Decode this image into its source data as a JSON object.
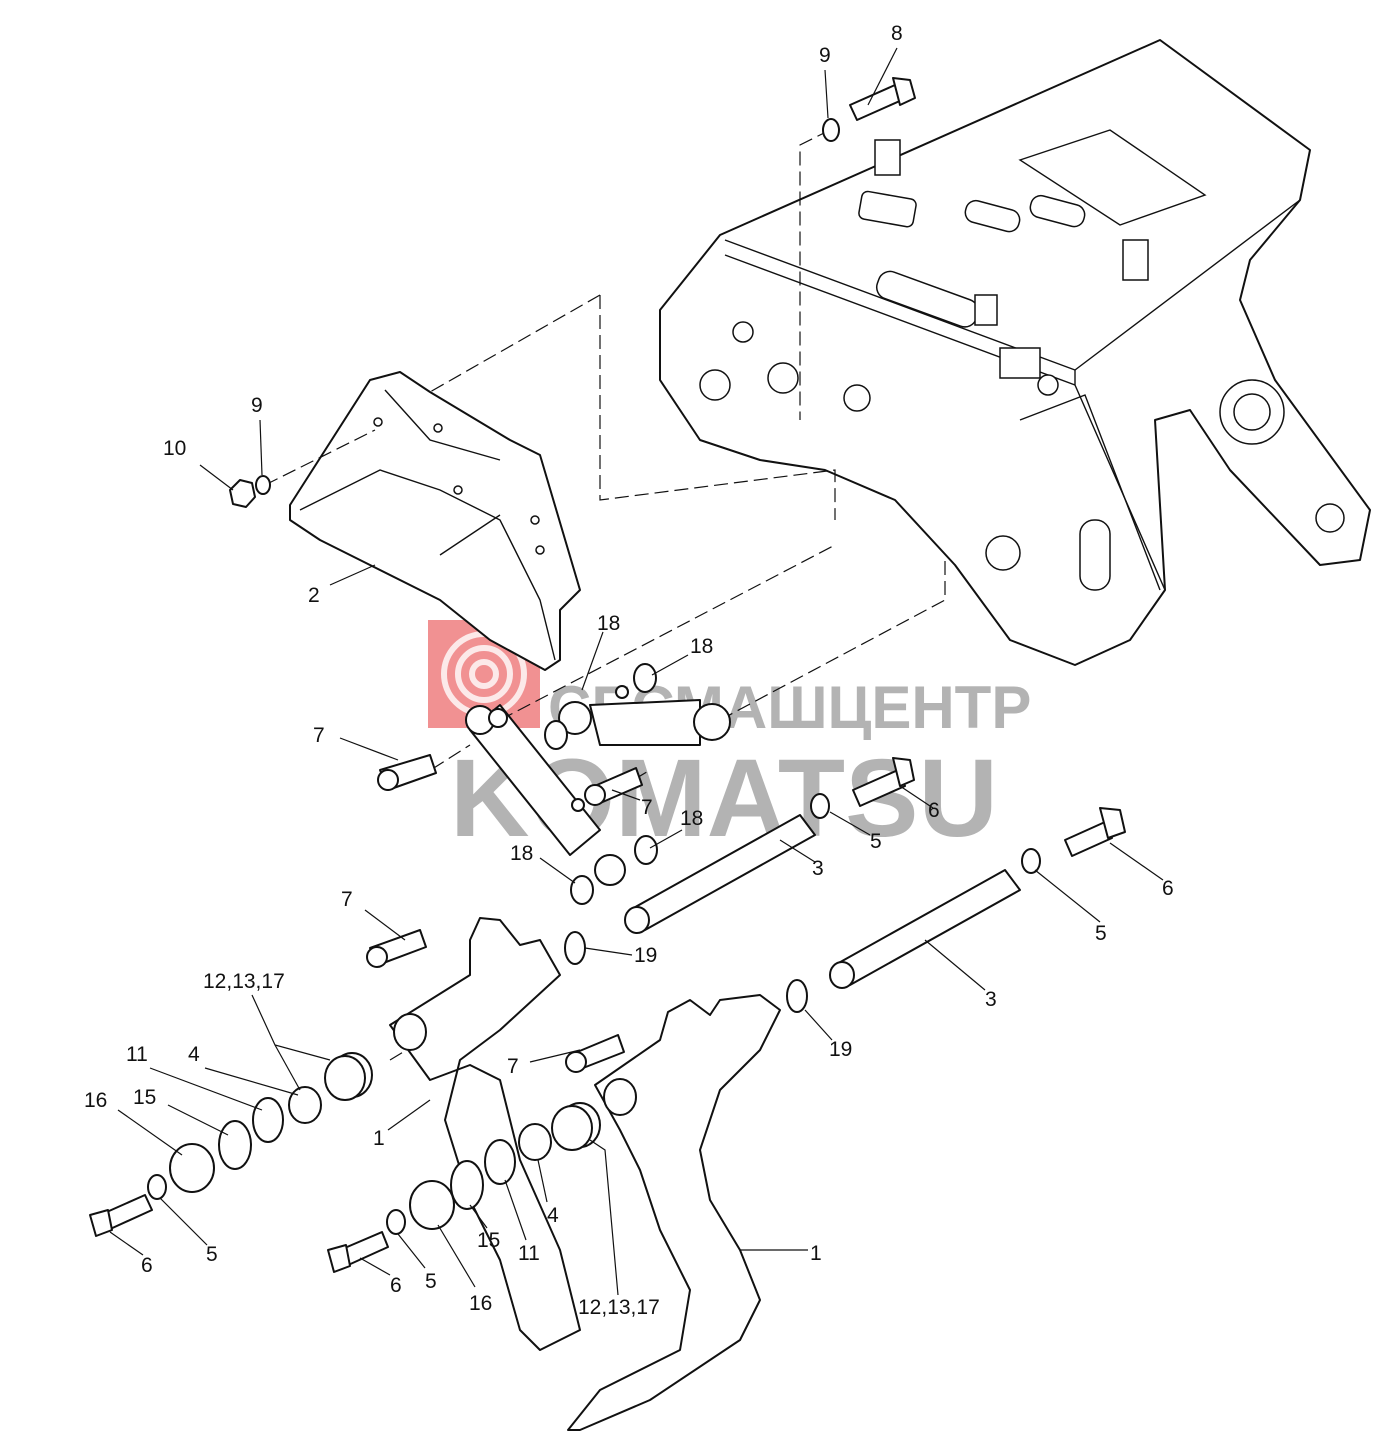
{
  "watermark": {
    "line1": "СЕСМАШЦЕНТР",
    "line2": "KOMATSU",
    "logo_color": "#e8474a",
    "text_color": "#9a9a9a"
  },
  "labels": {
    "p1a": "1",
    "p1b": "1",
    "p2": "2",
    "p3a": "3",
    "p3b": "3",
    "p4a": "4",
    "p4b": "4",
    "p5a": "5",
    "p5b": "5",
    "p5c": "5",
    "p5d": "5",
    "p6a": "6",
    "p6b": "6",
    "p6c": "6",
    "p6d": "6",
    "p7a": "7",
    "p7b": "7",
    "p7c": "7",
    "p7d": "7",
    "p8": "8",
    "p9a": "9",
    "p9b": "9",
    "p10": "10",
    "p11a": "11",
    "p11b": "11",
    "p121317a": "12,13,17",
    "p121317b": "12,13,17",
    "p15a": "15",
    "p15b": "15",
    "p16a": "16",
    "p16b": "16",
    "p18a": "18",
    "p18b": "18",
    "p18c": "18",
    "p18d": "18",
    "p19a": "19",
    "p19b": "19"
  }
}
